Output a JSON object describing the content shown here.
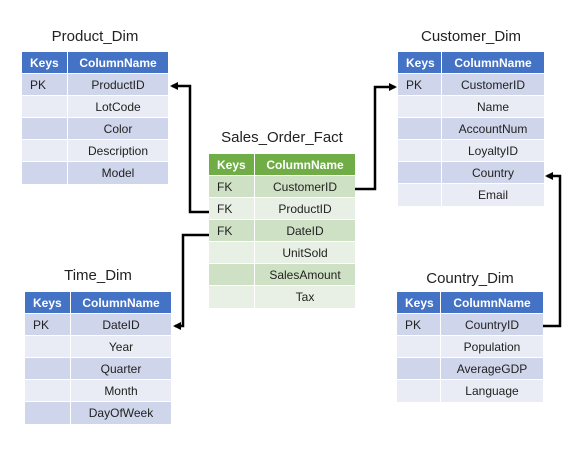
{
  "header_keys": "Keys",
  "header_column": "ColumnName",
  "tables": {
    "product_dim": {
      "title": "Product_Dim",
      "rows": [
        {
          "key": "PK",
          "col": "ProductID"
        },
        {
          "key": "",
          "col": "LotCode"
        },
        {
          "key": "",
          "col": "Color"
        },
        {
          "key": "",
          "col": "Description"
        },
        {
          "key": "",
          "col": "Model"
        }
      ]
    },
    "customer_dim": {
      "title": "Customer_Dim",
      "rows": [
        {
          "key": "PK",
          "col": "CustomerID"
        },
        {
          "key": "",
          "col": "Name"
        },
        {
          "key": "",
          "col": "AccountNum"
        },
        {
          "key": "",
          "col": "LoyaltyID"
        },
        {
          "key": "",
          "col": "Country"
        },
        {
          "key": "",
          "col": "Email"
        }
      ]
    },
    "sales_order_fact": {
      "title": "Sales_Order_Fact",
      "rows": [
        {
          "key": "FK",
          "col": "CustomerID"
        },
        {
          "key": "FK",
          "col": "ProductID"
        },
        {
          "key": "FK",
          "col": "DateID"
        },
        {
          "key": "",
          "col": "UnitSold"
        },
        {
          "key": "",
          "col": "SalesAmount"
        },
        {
          "key": "",
          "col": "Tax"
        }
      ]
    },
    "time_dim": {
      "title": "Time_Dim",
      "rows": [
        {
          "key": "PK",
          "col": "DateID"
        },
        {
          "key": "",
          "col": "Year"
        },
        {
          "key": "",
          "col": "Quarter"
        },
        {
          "key": "",
          "col": "Month"
        },
        {
          "key": "",
          "col": "DayOfWeek"
        }
      ]
    },
    "country_dim": {
      "title": "Country_Dim",
      "rows": [
        {
          "key": "PK",
          "col": "CountryID"
        },
        {
          "key": "",
          "col": "Population"
        },
        {
          "key": "",
          "col": "AverageGDP"
        },
        {
          "key": "",
          "col": "Language"
        }
      ]
    }
  },
  "colors": {
    "dim_header": "#4472c4",
    "fact_header": "#70ad47",
    "connector": "#000000"
  }
}
